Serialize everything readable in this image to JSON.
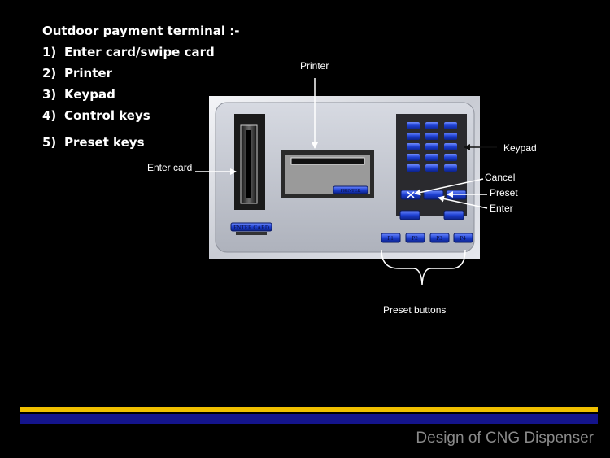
{
  "heading": "Outdoor payment terminal :-",
  "list": [
    {
      "num": "1)",
      "text": "Enter card/swipe card"
    },
    {
      "num": "2)",
      "text": "Printer"
    },
    {
      "num": "3)",
      "text": "Keypad"
    },
    {
      "num": "4)",
      "text": "Control keys"
    },
    {
      "num": "5)",
      "text": "Preset keys"
    }
  ],
  "callouts": {
    "printer": "Printer",
    "enter_card": "Enter card",
    "keypad": "Keypad",
    "cancel": "Cancel",
    "preset": "Preset",
    "enter": "Enter",
    "preset_buttons": "Preset buttons"
  },
  "terminal": {
    "enter_card_button": "ENTER CARD",
    "printer_button": "PRINTER",
    "preset_keys": [
      "P1",
      "P2",
      "P3",
      "P4"
    ]
  },
  "footer": {
    "title": "Design of CNG Dispenser"
  },
  "colors": {
    "background": "#000000",
    "footer_gold": "#f0c000",
    "footer_navy": "#14148c",
    "key_blue": "#1d3fd0"
  }
}
